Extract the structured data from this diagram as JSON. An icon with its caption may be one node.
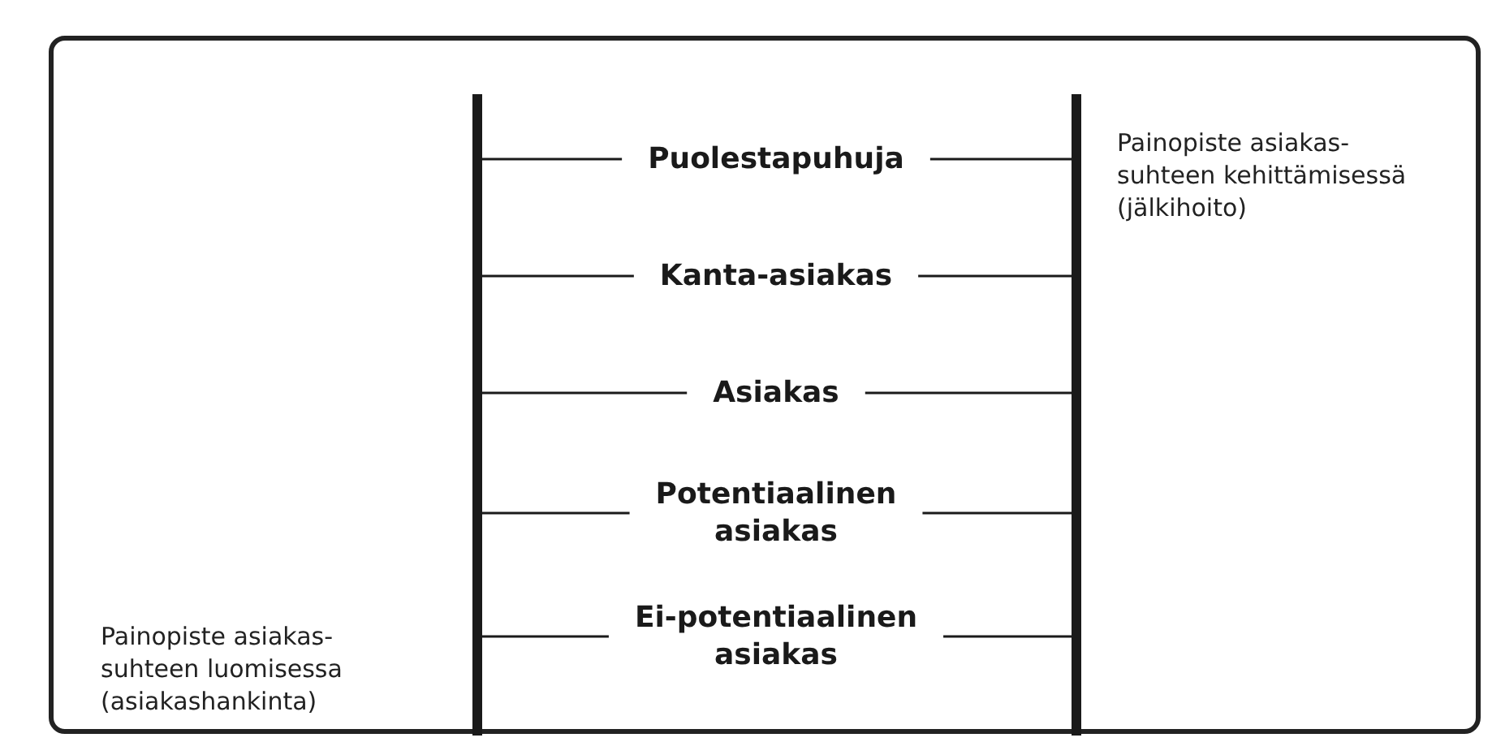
{
  "diagram": {
    "nodes": [
      {
        "text": [],
        "shape": "bar"
      },
      {
        "text": [],
        "shape": "bar"
      },
      {
        "text": [
          "Puolestapuhuja"
        ]
      },
      {
        "text": [
          "Kanta-asiakas"
        ]
      },
      {
        "text": [
          "Asiakas"
        ]
      },
      {
        "text": [
          "Potentiaalinen asiakas"
        ]
      },
      {
        "text": [
          "Ei-potentiaalinen asiakas"
        ]
      }
    ],
    "edges": [
      {
        "from": 0,
        "to": 2,
        "arrow": "none"
      },
      {
        "from": 2,
        "to": 1,
        "arrow": "none"
      },
      {
        "from": 0,
        "to": 3,
        "arrow": "none"
      },
      {
        "from": 3,
        "to": 1,
        "arrow": "none"
      },
      {
        "from": 0,
        "to": 4,
        "arrow": "none"
      },
      {
        "from": 4,
        "to": 1,
        "arrow": "none"
      },
      {
        "from": 0,
        "to": 5,
        "arrow": "none"
      },
      {
        "from": 5,
        "to": 1,
        "arrow": "none"
      },
      {
        "from": 0,
        "to": 6,
        "arrow": "none"
      },
      {
        "from": 6,
        "to": 1,
        "arrow": "none"
      }
    ],
    "labels": [
      "Painopiste asiakas-suhteen kehittämisessä (jälkihoito)",
      "Painopiste asiakas-suhteen luomisessa (asiakashankinta)"
    ]
  }
}
